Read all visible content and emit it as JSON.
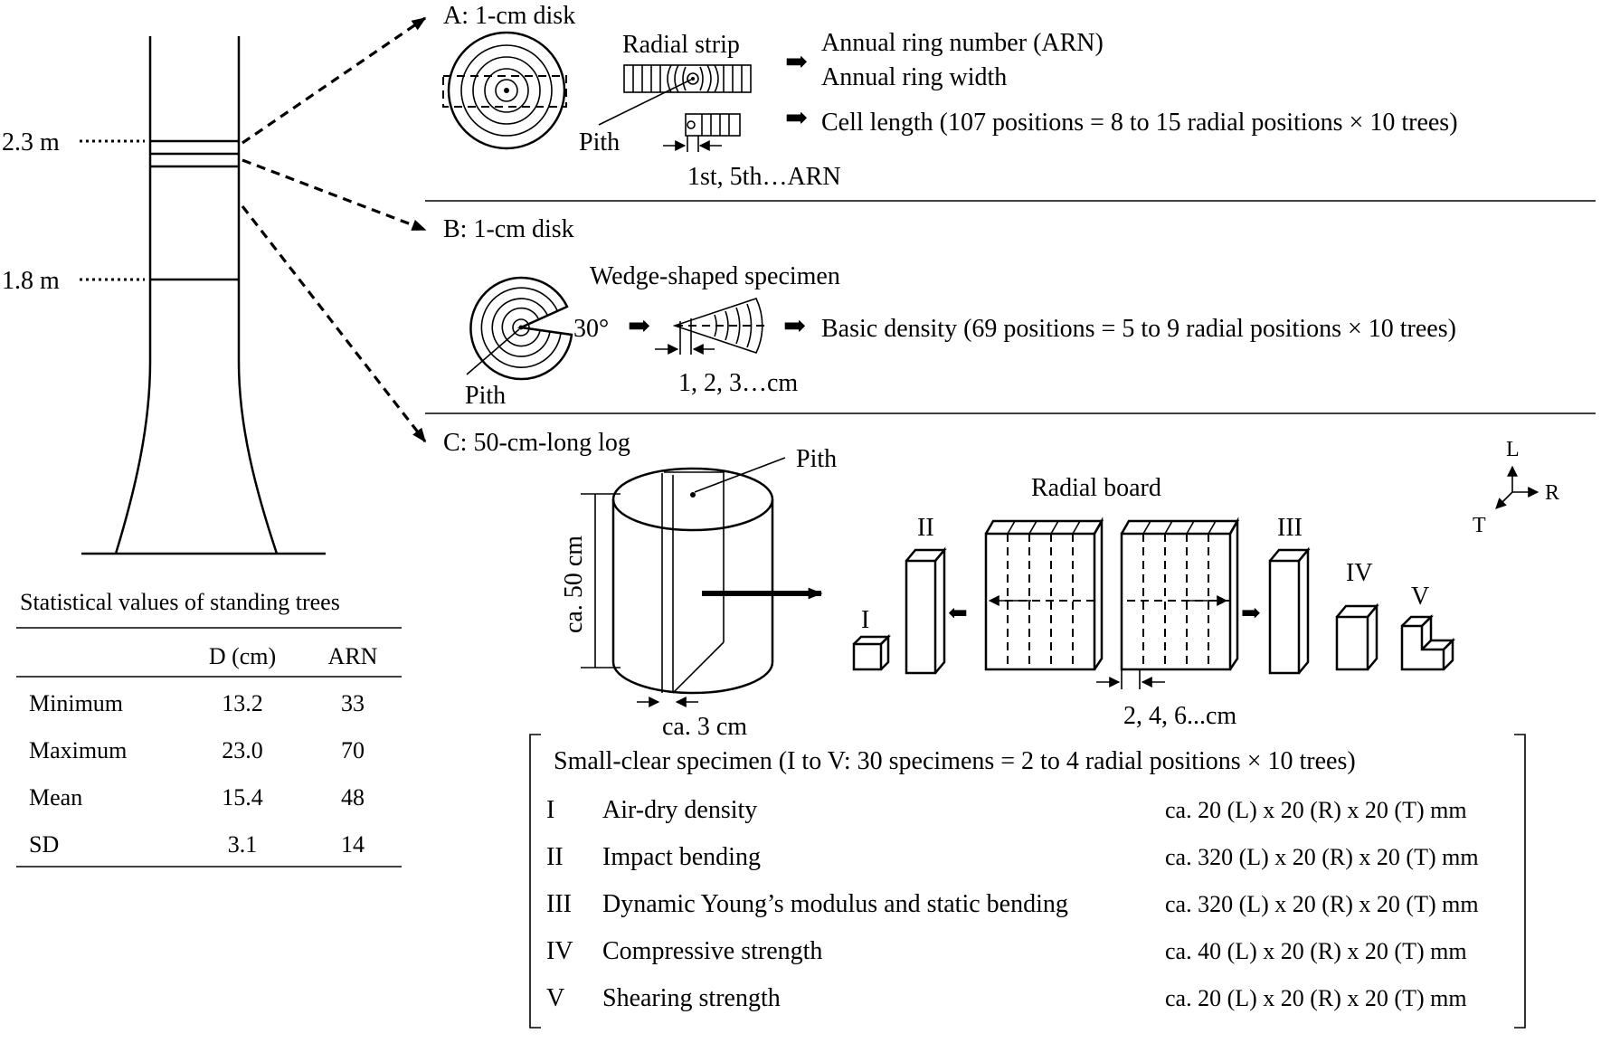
{
  "tree": {
    "height_upper": "2.3 m",
    "height_lower": "1.8 m"
  },
  "stats_table": {
    "title": "Statistical values of standing trees",
    "columns": [
      "",
      "D (cm)",
      "ARN"
    ],
    "rows": [
      [
        "Minimum",
        "13.2",
        "33"
      ],
      [
        "Maximum",
        "23.0",
        "70"
      ],
      [
        "Mean",
        "15.4",
        "48"
      ],
      [
        "SD",
        "3.1",
        "14"
      ]
    ]
  },
  "panel_a": {
    "title": "A: 1-cm disk",
    "radial_strip": "Radial strip",
    "pith": "Pith",
    "position_label": "1st, 5th…ARN",
    "outputs": [
      "Annual ring number (ARN)",
      "Annual ring width",
      "Cell length (107 positions = 8 to 15 radial positions × 10 trees)"
    ]
  },
  "panel_b": {
    "title": "B: 1-cm disk",
    "specimen": "Wedge-shaped specimen",
    "angle": "30°",
    "pith": "Pith",
    "position_label": "1, 2, 3…cm",
    "output": "Basic density (69 positions = 5 to 9 radial positions × 10 trees)"
  },
  "panel_c": {
    "title": "C: 50-cm-long log",
    "pith": "Pith",
    "height": "ca. 50 cm",
    "width": "ca. 3 cm",
    "radial_board": "Radial board",
    "board_positions": "2, 4, 6...cm",
    "axes": {
      "l": "L",
      "r": "R",
      "t": "T"
    },
    "specimen_ids": {
      "i": "I",
      "ii": "II",
      "iii": "III",
      "iv": "IV",
      "v": "V"
    }
  },
  "small_clear": {
    "title": "Small-clear specimen (I to V: 30 specimens = 2 to 4 radial positions  ×  10 trees)",
    "rows": [
      {
        "id": "I",
        "name": "Air-dry density",
        "size": "ca. 20 (L) x 20 (R) x 20 (T) mm"
      },
      {
        "id": "II",
        "name": "Impact bending",
        "size": "ca. 320 (L) x 20 (R) x 20 (T) mm"
      },
      {
        "id": "III",
        "name": "Dynamic Young’s modulus and  static bending",
        "size": "ca. 320 (L) x 20 (R) x 20 (T) mm"
      },
      {
        "id": "IV",
        "name": "Compressive strength",
        "size": "ca. 40 (L) x 20 (R) x 20 (T) mm"
      },
      {
        "id": "V",
        "name": "Shearing strength",
        "size": "ca. 20 (L) x 20 (R) x 20 (T) mm"
      }
    ]
  }
}
